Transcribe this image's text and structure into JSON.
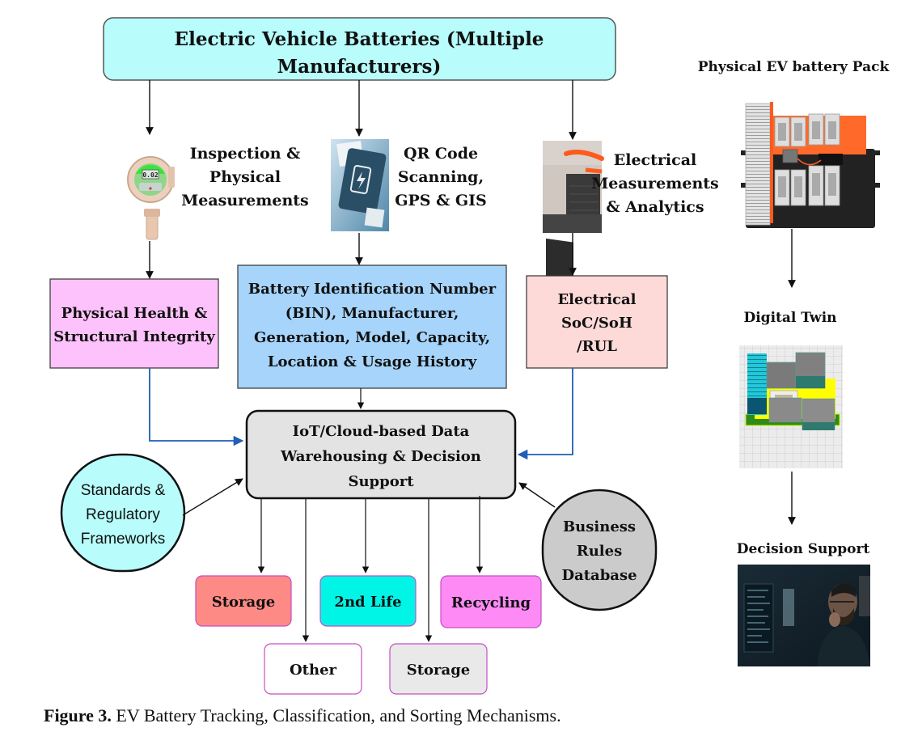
{
  "colors": {
    "top_box": "#b8fcfc",
    "physical_box": "#fdc2fb",
    "bin_box": "#a6d4fb",
    "electrical_box": "#fddad8",
    "central_box": "#e3e3e3",
    "standards": "#b8fcfc",
    "business_rules": "#cbcbcb",
    "storage1": "#fd8a85",
    "second_life": "#00f5e6",
    "recycling": "#fd8af5",
    "other": "#ffffff",
    "storage2": "#e9e9e9",
    "blue_connector": "#1f5fb5",
    "outcome_border": "#c44fc4"
  },
  "top_box": {
    "lines": [
      "Electric Vehicle Batteries (Multiple",
      "Manufacturers)"
    ]
  },
  "sensing": [
    {
      "id": "inspection",
      "icon": "gas-detector-icon",
      "lines": [
        "Inspection &",
        "Physical",
        "Measurements"
      ]
    },
    {
      "id": "qr",
      "icon": "battery-passport-icon",
      "lines": [
        "QR Code",
        "Scanning,",
        "GPS & GIS"
      ]
    },
    {
      "id": "electrical",
      "icon": "battery-connector-icon",
      "lines": [
        "Electrical",
        "Measurements",
        "& Analytics"
      ]
    }
  ],
  "data_boxes": {
    "physical": {
      "lines": [
        "Physical Health &",
        "Structural Integrity"
      ]
    },
    "bin": {
      "lines": [
        "Battery Identification Number",
        "(BIN), Manufacturer,",
        "Generation, Model, Capacity,",
        "Location & Usage History"
      ]
    },
    "electrical": {
      "lines": [
        "Electrical",
        "SoC/SoH",
        "/RUL"
      ]
    }
  },
  "central_box": {
    "lines": [
      "IoT/Cloud-based Data",
      "Warehousing & Decision",
      "Support"
    ]
  },
  "standards": {
    "lines": [
      "Standards &",
      "Regulatory",
      "Frameworks"
    ]
  },
  "business_rules": {
    "lines": [
      "Business",
      "Rules",
      "Database"
    ]
  },
  "outcomes": {
    "storage1": "Storage",
    "second_life": "2nd Life",
    "recycling": "Recycling",
    "other": "Other",
    "storage2": "Storage"
  },
  "right_panel": {
    "pack_title": "Physical EV battery Pack",
    "twin_title": "Digital Twin",
    "decision_title": "Decision Support",
    "pack_icon": "battery-pack-icon",
    "twin_icon": "digital-twin-icon",
    "decision_icon": "analyst-monitor-icon"
  },
  "caption": {
    "label": "Figure 3.",
    "text": " EV Battery Tracking, Classification, and Sorting Mechanisms."
  }
}
